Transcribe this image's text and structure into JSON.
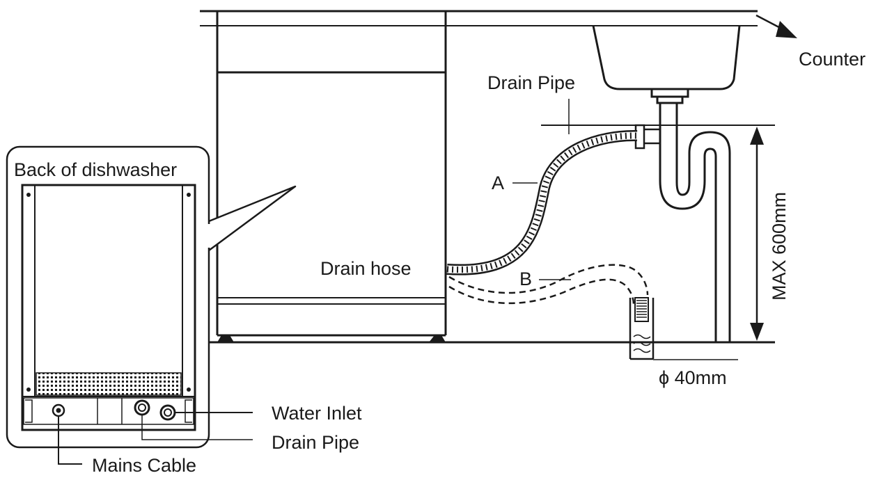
{
  "diagram": {
    "labels": {
      "counter": "Counter",
      "drain_pipe_top": "Drain Pipe",
      "back_of_dishwasher": "Back of dishwasher",
      "hose_a": "A",
      "hose_b": "B",
      "drain_hose": "Drain hose",
      "max_height": "MAX  600mm",
      "diameter": "ϕ 40mm",
      "water_inlet": "Water Inlet",
      "drain_pipe_bottom": "Drain Pipe",
      "mains_cable": "Mains Cable"
    },
    "colors": {
      "ink": "#1a1a1a",
      "background": "#ffffff"
    }
  }
}
